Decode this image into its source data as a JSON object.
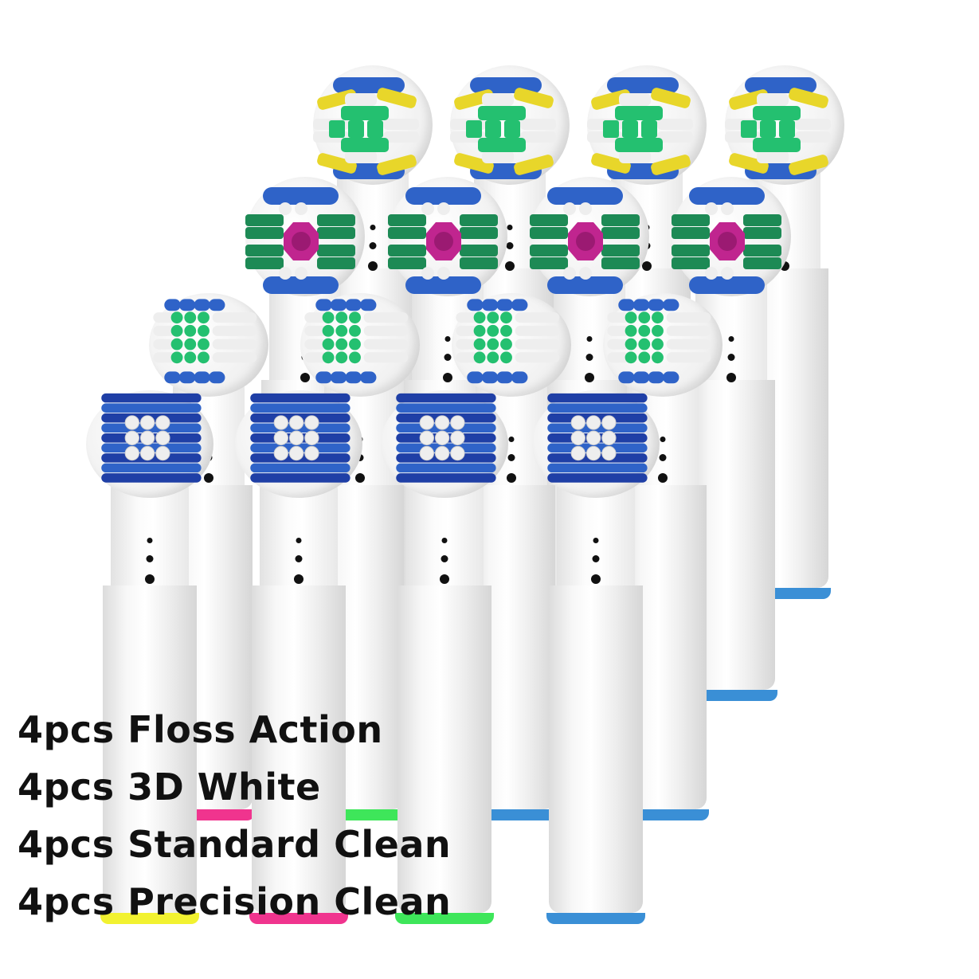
{
  "image": {
    "description": "Product photo of 16 replacement electric toothbrush heads arranged in four staggered rows with text labels",
    "background": "#ffffff"
  },
  "labels": [
    {
      "text": "4pcs Floss Action",
      "type": "floss-action"
    },
    {
      "text": "4pcs 3D White",
      "type": "3d-white"
    },
    {
      "text": "4pcs Standard Clean",
      "type": "standard-clean"
    },
    {
      "text": "4pcs Precision Clean",
      "type": "precision-clean"
    }
  ],
  "colors": {
    "text": "#111111",
    "band_yellow": "#f2f230",
    "band_pink": "#f0348e",
    "band_green": "#3ee65a",
    "band_blue": "#3a8fd6",
    "bristle_blue": "#2f63c8",
    "bristle_dark_blue": "#1f3fa6",
    "bristle_green": "#24c070",
    "bristle_dark_green": "#1d8a55",
    "bristle_yellow": "#e8d62a",
    "bristle_white": "#eeeeee",
    "center_magenta": "#c0258f"
  },
  "rows": [
    {
      "type": "floss-action",
      "count": 4,
      "band_color": "#3a8fd6"
    },
    {
      "type": "3d-white",
      "count": 4,
      "band_color": "#3a8fd6"
    },
    {
      "type": "standard-clean",
      "count": 4,
      "band_colors": [
        "#f0348e",
        "#3ee65a",
        "#3a8fd6",
        "#3a8fd6"
      ]
    },
    {
      "type": "precision-clean",
      "count": 4,
      "band_colors": [
        "#f2f230",
        "#f0348e",
        "#3ee65a",
        "#3a8fd6"
      ]
    }
  ]
}
